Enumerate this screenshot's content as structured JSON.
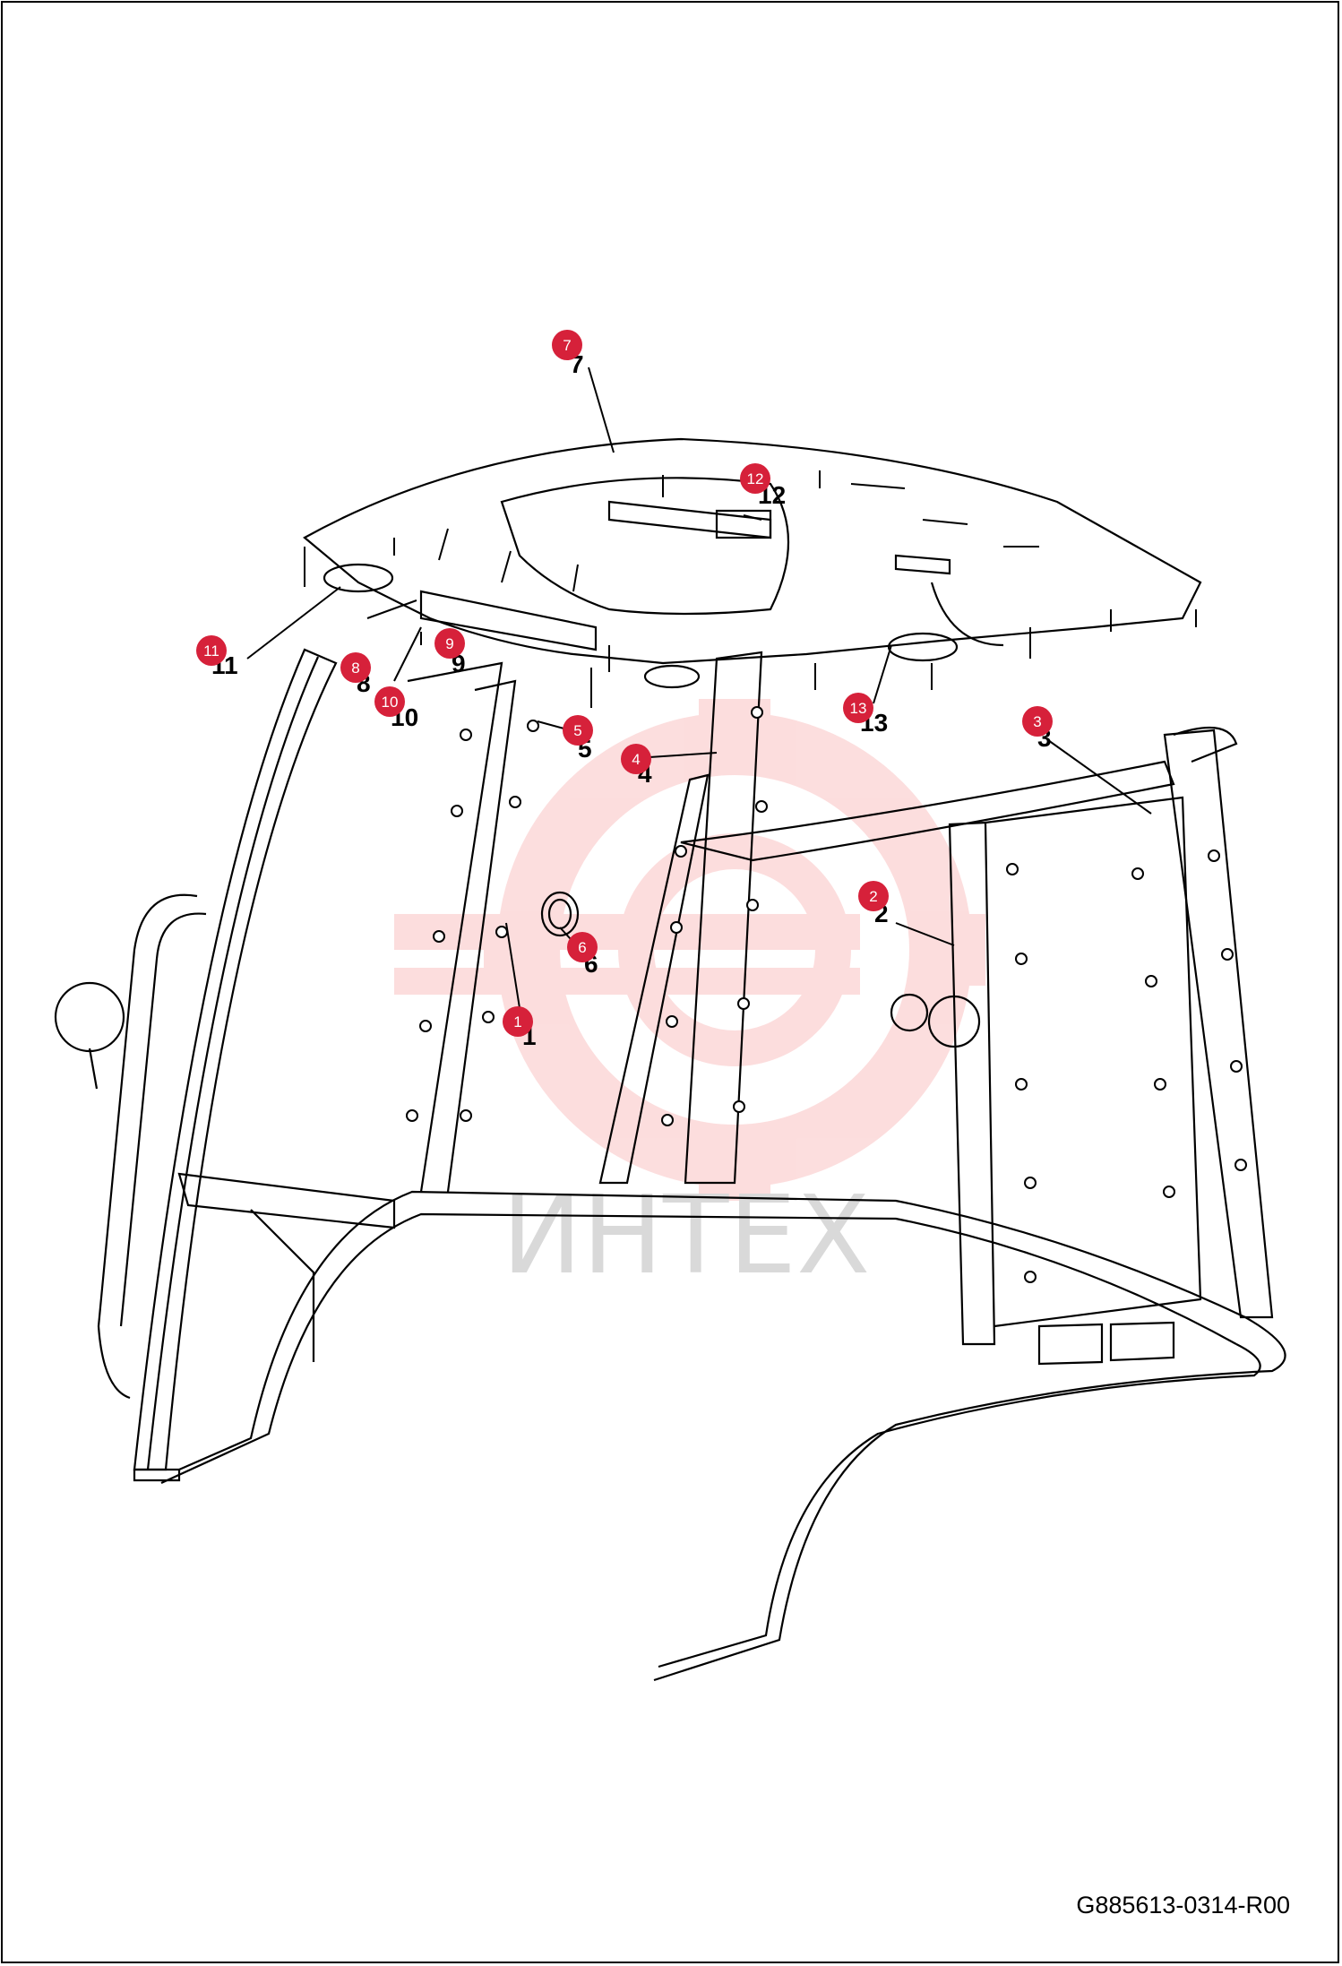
{
  "watermark": {
    "text": "ИНТЕХ",
    "color": "#f04a4a"
  },
  "document_code": "G885613-0314-R00",
  "callout_color": "#d6213a",
  "callouts": [
    {
      "id": "1",
      "label": "1"
    },
    {
      "id": "2",
      "label": "2"
    },
    {
      "id": "3",
      "label": "3"
    },
    {
      "id": "4",
      "label": "4"
    },
    {
      "id": "5",
      "label": "5"
    },
    {
      "id": "6",
      "label": "6"
    },
    {
      "id": "7",
      "label": "7"
    },
    {
      "id": "8",
      "label": "8"
    },
    {
      "id": "9",
      "label": "9"
    },
    {
      "id": "10",
      "label": "10"
    },
    {
      "id": "11",
      "label": "11"
    },
    {
      "id": "12",
      "label": "12"
    },
    {
      "id": "13",
      "label": "13"
    }
  ],
  "part_numbers": {
    "p1": "1",
    "p2": "2",
    "p3": "3",
    "p4": "4",
    "p5": "5",
    "p6": "6",
    "p7": "7",
    "p8": "8",
    "p9": "9",
    "p10": "10",
    "p11": "11",
    "p12": "12",
    "p13": "13"
  }
}
